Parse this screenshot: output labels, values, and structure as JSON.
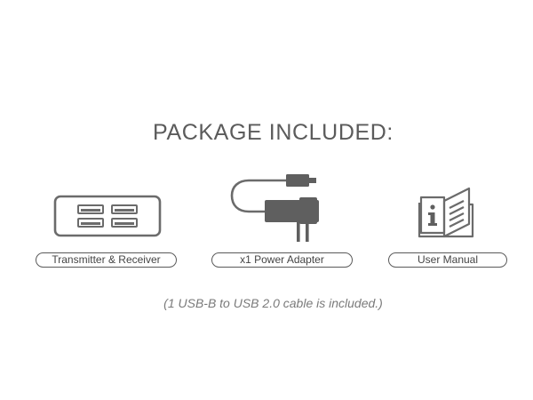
{
  "heading": "PACKAGE INCLUDED:",
  "items": [
    {
      "label": "Transmitter & Receiver",
      "icon": "usb-hub-icon"
    },
    {
      "label": "x1 Power Adapter",
      "icon": "power-adapter-icon"
    },
    {
      "label": "User Manual",
      "icon": "user-manual-icon"
    }
  ],
  "note": "(1 USB-B to USB 2.0 cable is included.)",
  "colors": {
    "icon_stroke": "#6b6b6b",
    "icon_fill": "#5f5f5f",
    "text": "#595959",
    "note": "#7a7a7a",
    "background": "#ffffff"
  }
}
